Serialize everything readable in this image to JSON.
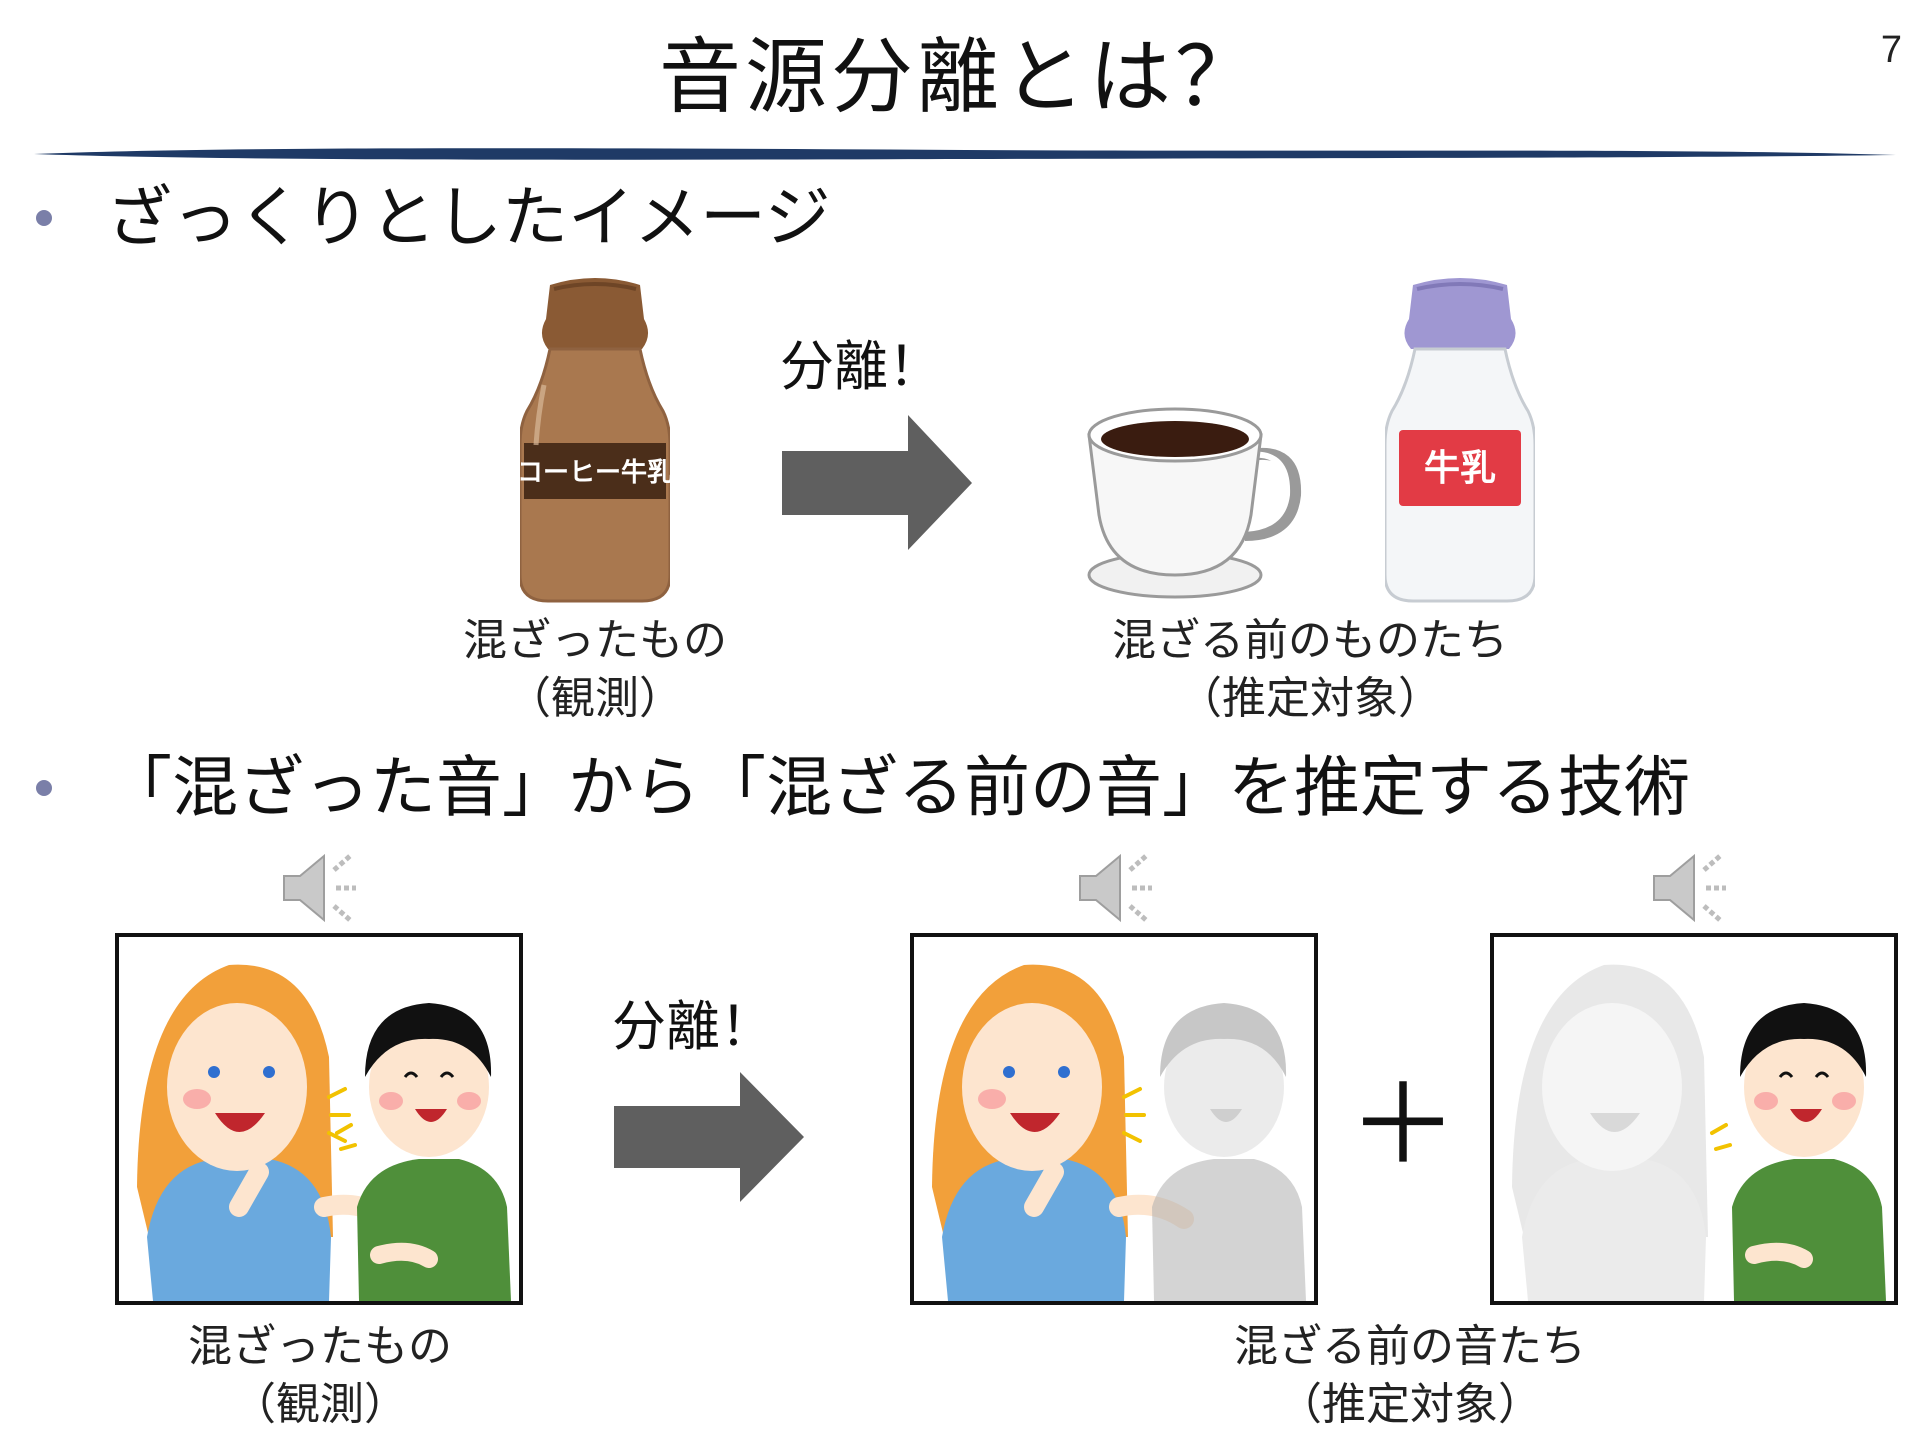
{
  "slide": {
    "title": "音源分離とは？",
    "page_number": "7"
  },
  "bullets": [
    {
      "text": "ざっくりとしたイメージ"
    },
    {
      "text": "「混ざった音」から「混ざる前の音」を推定する技術"
    }
  ],
  "example_drink": {
    "arrow_label": "分離！",
    "bottle_mixed_label": "コーヒー牛乳",
    "bottle_milk_label": "牛乳",
    "mixed_caption": [
      "混ざったもの",
      "（観測）"
    ],
    "sources_caption": [
      "混ざる前のものたち",
      "（推定対象）"
    ]
  },
  "example_audio": {
    "arrow_label": "分離！",
    "plus_sign": "＋",
    "mixed_caption": [
      "混ざったもの",
      "（観測）"
    ],
    "sources_caption": [
      "混ざる前の音たち",
      "（推定対象）"
    ]
  },
  "colors": {
    "title_rule": "#1f3a66",
    "bullet": "#7a7fa8",
    "arrow": "#5f5f5f",
    "coffee_milk_bottle": "#a9784f",
    "milk_cap": "#9f97d2",
    "milk_label": "#e23b45",
    "woman_hair": "#f2a03a",
    "woman_shirt": "#6aa9de",
    "man_shirt": "#4f8f3a",
    "faded_person": "#c9c9c9"
  },
  "icons": [
    "speaker-icon",
    "arrow-right-icon"
  ]
}
